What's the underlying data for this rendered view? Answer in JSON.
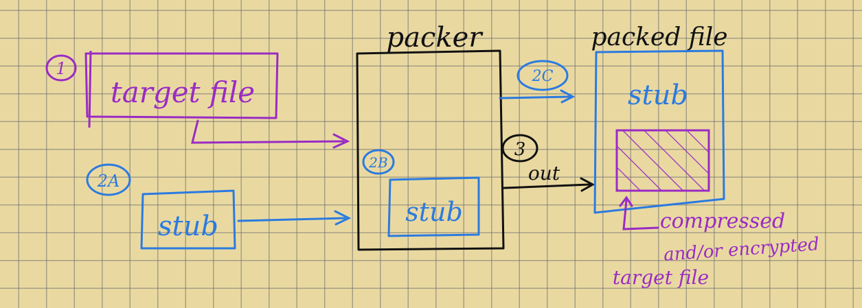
{
  "labels": {
    "step1": "1",
    "target_file": "target file",
    "packer": "packer",
    "step2a": "2A",
    "stub_input": "stub",
    "step2b": "2B",
    "stub_in_packer": "stub",
    "step2c": "2C",
    "step3": "3",
    "out": "out",
    "packed_file": "packed file",
    "stub_in_packed": "stub",
    "compressed_line1": "compressed",
    "compressed_line2": "and/or encrypted",
    "compressed_line3": "target file"
  },
  "colors": {
    "background": "#e9d9a1",
    "purple": "#9a2bc4",
    "blue": "#2b7ae0",
    "black": "#111111",
    "grid": "#6e6e6e"
  }
}
